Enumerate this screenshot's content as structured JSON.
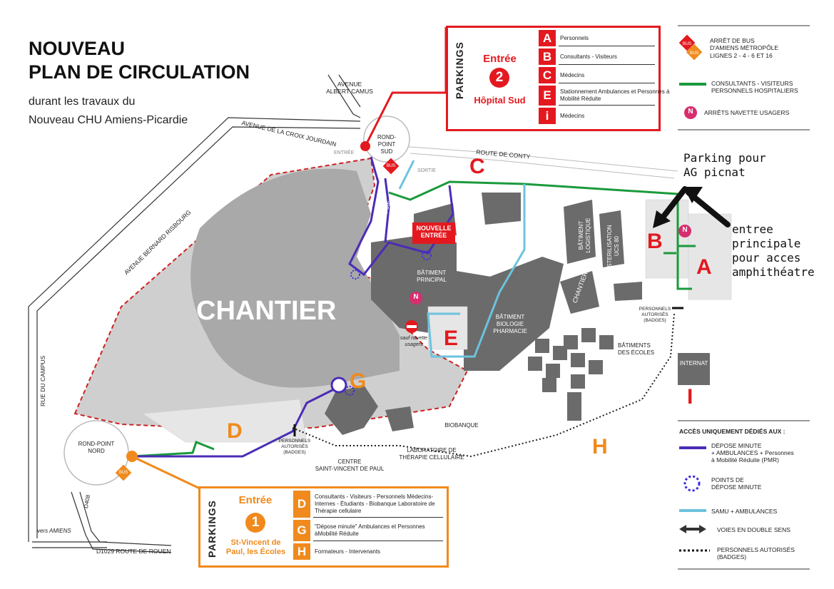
{
  "title": {
    "line1": "NOUVEAU",
    "line2": "PLAN DE CIRCULATION",
    "sub1": "durant les travaux du",
    "sub2": "Nouveau CHU Amiens-Picardie"
  },
  "streets": {
    "albert_camus": "AVENUE\nALBERT CAMUS",
    "croix_jourdain": "AVENUE DE LA CROIX JOURDAIN",
    "bernard_risbourg": "AVENUE BERNARD RISBOURG",
    "campus": "RUE DU CAMPUS",
    "conty": "ROUTE DE CONTY",
    "d408": "D408",
    "rouen": "D1029 ROUTE DE ROUEN",
    "amiens": "vers AMIENS"
  },
  "places": {
    "rond_point_sud": "ROND-POINT\nSUD",
    "rond_point_nord": "ROND-POINT\nNORD",
    "entree": "ENTRÉE",
    "sortie": "SORTIE",
    "chantier_big": "CHANTIER",
    "chantier_small": "CHANTIER",
    "oncologie": "ONCOLOGIE",
    "batiment_principal": "BÂTIMENT\nPRINCIPAL",
    "nouvelle_entree": "NOUVELLE\nENTRÉE",
    "biologie": "BÂTIMENT\nBIOLOGIE\nPHARMACIE",
    "logistique": "BÂTIMENT\nLOGISTIQUE",
    "sterilisation": "STERILISATION\nUCS 80",
    "ecoles": "BÂTIMENTS\nDES ÉCOLES",
    "internat": "INTERNAT",
    "biobanque": "BIOBANQUE",
    "labo": "LABORATOIRE DE\nTHÉRAPIE CELLULAIRE",
    "centre": "CENTRE\nSAINT-VINCENT DE PAUL",
    "autorises1": "PERSONNELS\nAUTORISÉS\n(BADGES)",
    "autorises2": "PERSONNELS\nAUTORISÉS\n(BADGES)",
    "sauf_navette": "sauf navette\nusagers",
    "bus": "BUS",
    "n": "N"
  },
  "letters": {
    "A": "A",
    "B": "B",
    "C": "C",
    "D": "D",
    "E": "E",
    "G": "G",
    "H": "H",
    "I": "I"
  },
  "parking2": {
    "vertical": "PARKINGS",
    "entree": "Entrée",
    "num": "2",
    "name": "Hôpital Sud",
    "rows": [
      {
        "letter": "A",
        "text": "Personnels"
      },
      {
        "letter": "B",
        "text": "Consultants - Visiteurs"
      },
      {
        "letter": "C",
        "text": "Médecins"
      },
      {
        "letter": "E",
        "text": "Stationnement Ambulances et Personnes à Mobilité Réduite"
      },
      {
        "letter": "i",
        "text": "Médecins"
      }
    ]
  },
  "parking1": {
    "vertical": "PARKINGS",
    "entree": "Entrée",
    "num": "1",
    "name": "St-Vincent de Paul, les Écoles",
    "rows": [
      {
        "letter": "D",
        "text": "Consultants - Visiteurs - Personnels Médecins- Internes - Étudiants - Biobanque Laboratoire de Thérapie cellulaire"
      },
      {
        "letter": "G",
        "text": "\"Dépose minute\" Ambulances et Personnes àMobilité Réduite"
      },
      {
        "letter": "H",
        "text": "Formateurs - Intervenants"
      }
    ]
  },
  "legend_top": {
    "bus_title": "ARRÊT DE BUS\nD'AMIENS MÉTROPÔLE",
    "bus_lines": "LIGNES 2 - 4 - 6 ET 16",
    "green": "CONSULTANTS - VISITEURS\nPERSONNELS HOSPITALIERS",
    "navette": "ARRÊTS NAVETTE USAGERS"
  },
  "legend_bottom": {
    "title": "ACCÈS UNIQUEMENT DÉDIÉS AUX :",
    "depose": "DÉPOSE MINUTE\n+ AMBULANCES + Personnes\nà Mobilité Réduite (PMR)",
    "points": "POINTS DE\nDÉPOSE MINUTE",
    "samu": "SAMU + AMBULANCES",
    "double": "VOIES EN DOUBLE SENS",
    "autorises": "PERSONNELS AUTORISÉS\n(BADGES)"
  },
  "annotations": {
    "parking_ag": "Parking pour\nAG picnat",
    "entree_principale": "entree\nprincipale\npour acces\namphithéatre"
  },
  "colors": {
    "red": "#e3191f",
    "orange": "#f08a1c",
    "green": "#1a9a3c",
    "purple": "#4b2cb5",
    "cyan": "#6cc3dd",
    "pink": "#d62e6f",
    "building": "#6b6b6b",
    "chantier": "#b5b5b5"
  }
}
